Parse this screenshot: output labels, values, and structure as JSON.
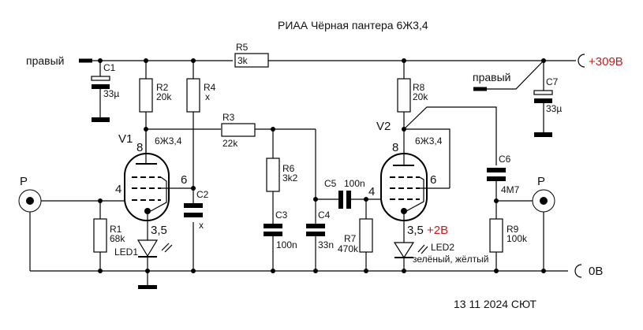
{
  "title": "РИАА Чёрная пантера 6Ж3,4",
  "footer": "13 11 2024 СЮТ",
  "colors": {
    "accent_red": "#c41e1e",
    "line": "#000000",
    "background": "#ffffff"
  },
  "rails": {
    "supply_label": "+309В",
    "ground_label": "0В",
    "channel_label_left": "правый",
    "channel_label_right": "правый"
  },
  "connectors": {
    "input": {
      "label": "P"
    },
    "output": {
      "label": "P"
    }
  },
  "tubes": {
    "v1": {
      "ref": "V1",
      "type": "6Ж3,4",
      "pin_anode": "8",
      "pin_grid": "4",
      "pin_screen": "6",
      "pin_cathode": "3,5"
    },
    "v2": {
      "ref": "V2",
      "type": "6Ж3,4",
      "pin_anode": "8",
      "pin_grid": "4",
      "pin_screen": "6",
      "pin_cathode": "3,5",
      "cathode_voltage": "+2В"
    }
  },
  "resistors": {
    "r1": {
      "ref": "R1",
      "value": "68k"
    },
    "r2": {
      "ref": "R2",
      "value": "20k"
    },
    "r3": {
      "ref": "R3",
      "value": "22k"
    },
    "r4": {
      "ref": "R4",
      "value": "x"
    },
    "r5": {
      "ref": "R5",
      "value": "3k"
    },
    "r6": {
      "ref": "R6",
      "value": "3k2"
    },
    "r7": {
      "ref": "R7",
      "value": "470k"
    },
    "r8": {
      "ref": "R8",
      "value": "20k"
    },
    "r9": {
      "ref": "R9",
      "value": "100k"
    }
  },
  "capacitors": {
    "c1": {
      "ref": "C1",
      "value": "33µ"
    },
    "c2": {
      "ref": "C2",
      "value": "x"
    },
    "c3": {
      "ref": "C3",
      "value": "100n"
    },
    "c4": {
      "ref": "C4",
      "value": "33n"
    },
    "c5": {
      "ref": "C5",
      "value": "100n"
    },
    "c6": {
      "ref": "C6",
      "value": "4M7"
    },
    "c7": {
      "ref": "C7",
      "value": "33µ"
    }
  },
  "leds": {
    "led1": {
      "ref": "LED1"
    },
    "led2": {
      "ref": "LED2",
      "note": "зелёный, жёлтый"
    }
  }
}
